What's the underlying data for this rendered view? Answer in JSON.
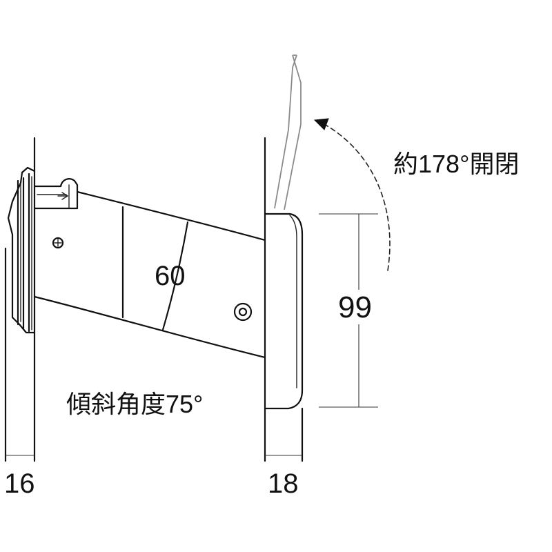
{
  "labels": {
    "opening_angle": "約178°開閉",
    "incline_angle": "傾斜角度75°",
    "dim_center": "60",
    "dim_height": "99",
    "dim_left": "16",
    "dim_right": "18"
  }
}
